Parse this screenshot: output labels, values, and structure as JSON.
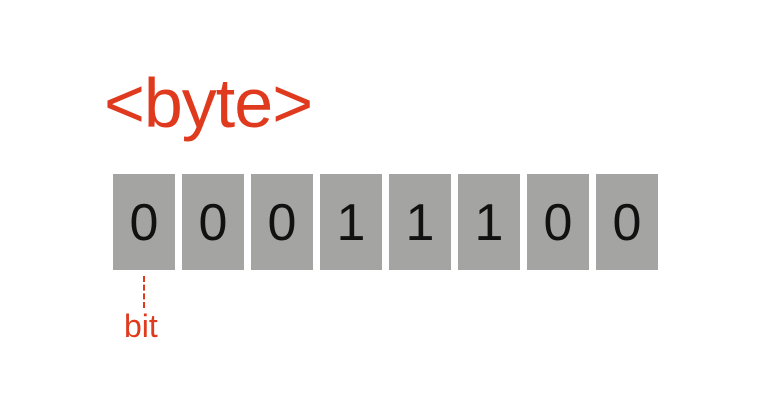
{
  "title": "<byte>",
  "bits": [
    {
      "value": "0"
    },
    {
      "value": "0"
    },
    {
      "value": "0"
    },
    {
      "value": "1"
    },
    {
      "value": "1"
    },
    {
      "value": "1"
    },
    {
      "value": "0"
    },
    {
      "value": "0"
    }
  ],
  "bit_label": "bit",
  "colors": {
    "accent": "#e03a1e",
    "cell_fill": "#a4a4a2",
    "digit": "#111111"
  }
}
